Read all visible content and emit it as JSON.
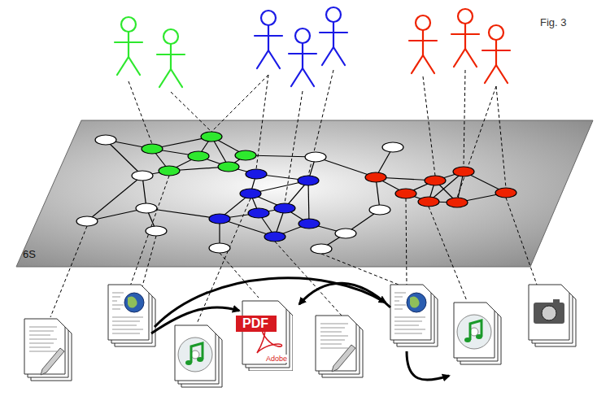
{
  "diagram": {
    "nodes": [
      {
        "text": [
          "6S"
        ]
      },
      {
        "text": [
          "PDF",
          "Adobe"
        ]
      }
    ],
    "labels": [
      "Fig. 3"
    ]
  }
}
